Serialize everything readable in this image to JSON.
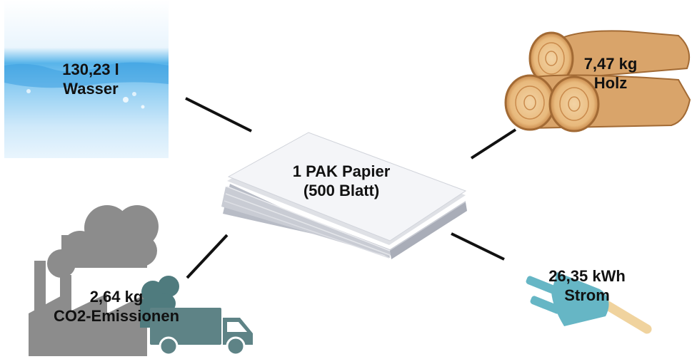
{
  "center": {
    "line1": "1 PAK Papier",
    "line2": "(500 Blatt)",
    "icon": "paper-stack-icon"
  },
  "water": {
    "line1": "130,23 l",
    "line2": "Wasser",
    "icon": "water-icon"
  },
  "wood": {
    "line1": "7,47 kg",
    "line2": "Holz",
    "icon": "logs-icon"
  },
  "co2": {
    "line1": "2,64 kg",
    "line2": "CO2-Emissionen",
    "icon": "factory-truck-icon"
  },
  "power": {
    "line1": "26,35 kWh",
    "line2": "Strom",
    "icon": "plug-icon"
  },
  "colors": {
    "connector": "#111111",
    "smoke": "#8c8c8c",
    "truck": "#5e8386",
    "plug": "#66b6c5",
    "wood": "#e7b77d",
    "water": "#3ea3e0"
  }
}
